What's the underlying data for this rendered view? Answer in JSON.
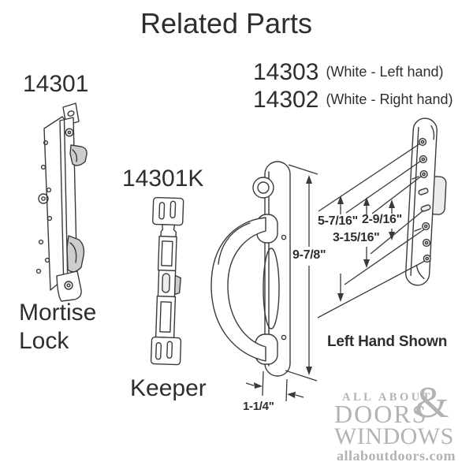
{
  "title": "Related Parts",
  "parts": {
    "mortise_lock": {
      "number": "14301",
      "caption_line1": "Mortise",
      "caption_line2": "Lock"
    },
    "keeper": {
      "number": "14301K",
      "caption": "Keeper"
    },
    "handle": {
      "left": {
        "number": "14303",
        "note": "(White - Left hand)"
      },
      "right": {
        "number": "14302",
        "note": "(White - Right hand)"
      },
      "caption": "Left Hand Shown"
    }
  },
  "dimensions": {
    "plate_height": "9-7/8\"",
    "spacing_outer": "5-7/16\"",
    "spacing_inner": "2-9/16\"",
    "spacing_mid": "3-15/16\"",
    "plate_width": "1-1/4\""
  },
  "watermark": {
    "line1": "ALL ABOUT",
    "ampersand": "&",
    "line2": "DOORS",
    "line3": "WINDOWS",
    "url": "allaboutdoors.com",
    "color": "#b4b2b2"
  },
  "colors": {
    "ink": "#3a3a3a",
    "background": "#ffffff"
  }
}
